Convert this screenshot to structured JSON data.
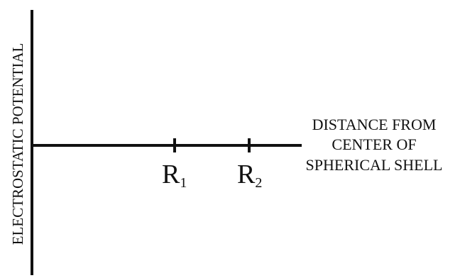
{
  "axes": {
    "y_label": "ELECTROSTATIC POTENTIAL",
    "x_label_lines": [
      "DISTANCE FROM",
      "CENTER OF",
      "SPHERICAL SHELL"
    ]
  },
  "markers": [
    {
      "base": "R",
      "sub": "1"
    },
    {
      "base": "R",
      "sub": "2"
    }
  ],
  "colors": {
    "ink": "#111111",
    "background": "#ffffff"
  }
}
